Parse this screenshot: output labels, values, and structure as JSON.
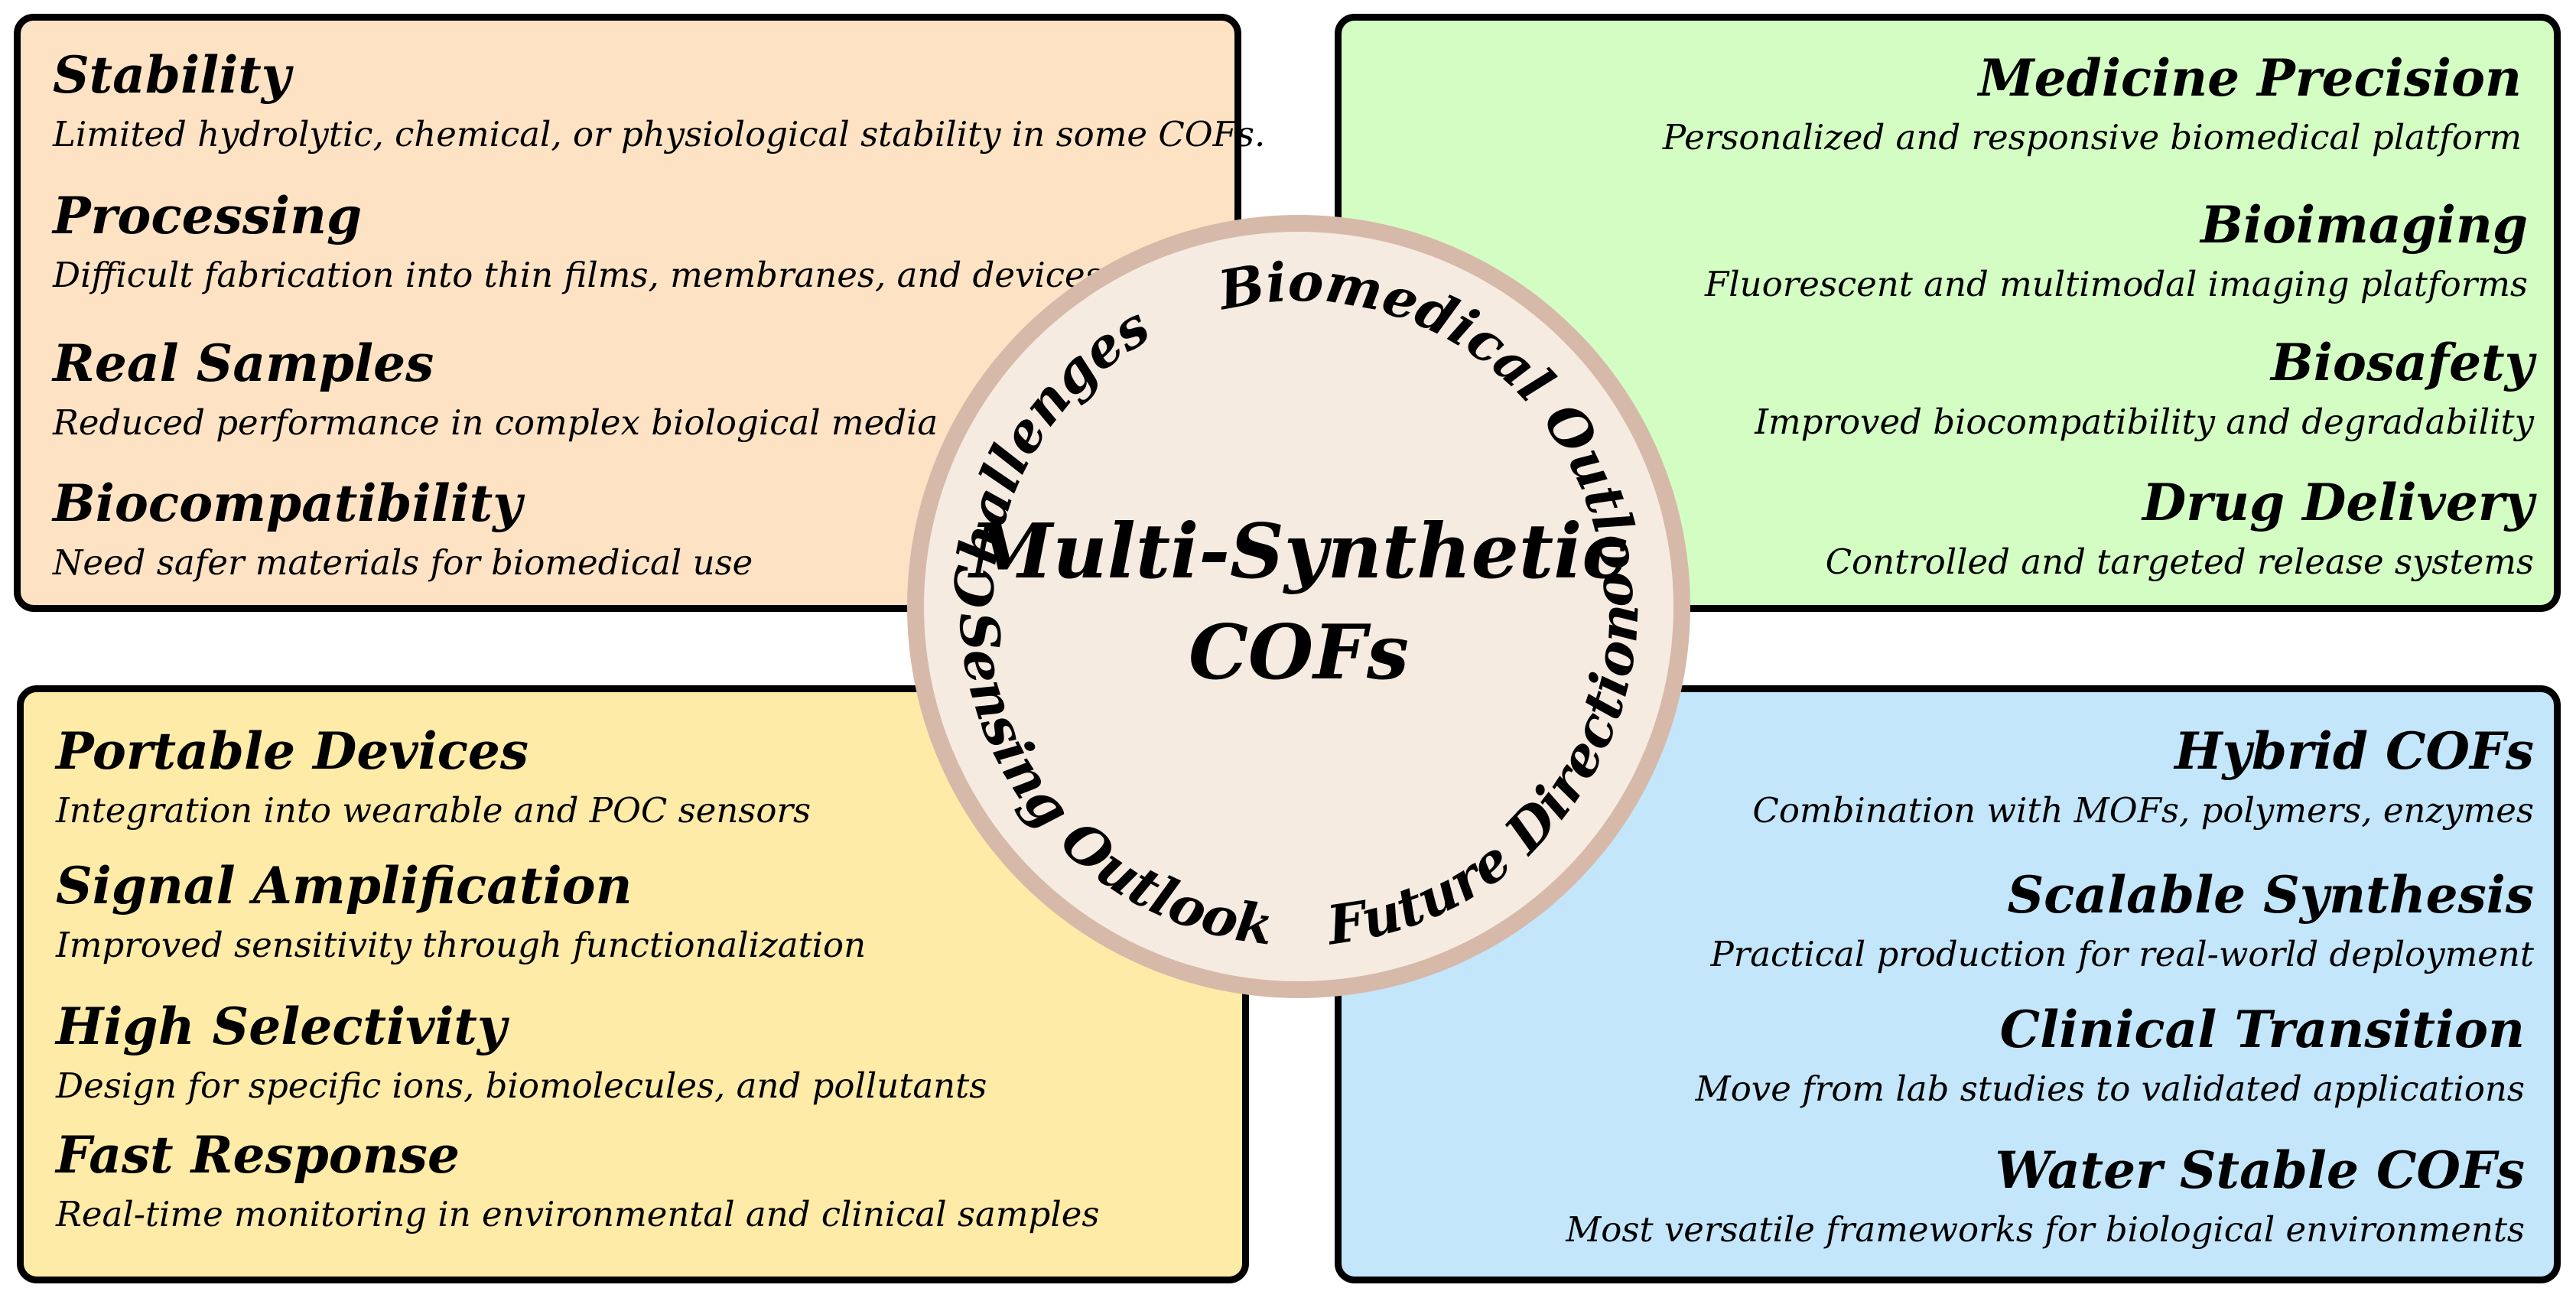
{
  "center": {
    "title_line1": "Multi-Synthetic",
    "title_line2": "COFs",
    "ring_labels": {
      "challenges": "Challenges",
      "biomedical_outlook": "Biomedical Outlook",
      "future_directions": "Future Directions",
      "sensing_outlook": "Sensing Outlook"
    }
  },
  "challenges": [
    {
      "title": "Stability",
      "desc": "Limited hydrolytic, chemical, or physiological stability in some COFs."
    },
    {
      "title": "Processing",
      "desc": "Difficult fabrication into thin films, membranes, and devices"
    },
    {
      "title": "Real Samples",
      "desc": "Reduced performance in complex biological media"
    },
    {
      "title": "Biocompatibility",
      "desc": "Need safer materials for biomedical use"
    }
  ],
  "biomedical": [
    {
      "title": "Medicine Precision",
      "desc": "Personalized and responsive biomedical platform"
    },
    {
      "title": "Bioimaging",
      "desc": "Fluorescent and multimodal imaging platforms"
    },
    {
      "title": "Biosafety",
      "desc": "Improved biocompatibility and degradability"
    },
    {
      "title": "Drug Delivery",
      "desc": "Controlled and targeted release systems"
    }
  ],
  "sensing": [
    {
      "title": "Portable Devices",
      "desc": "Integration into wearable and POC sensors"
    },
    {
      "title": "Signal Amplification",
      "desc": "Improved sensitivity through functionalization"
    },
    {
      "title": "High Selectivity",
      "desc": "Design for specific ions, biomolecules, and pollutants"
    },
    {
      "title": "Fast Response",
      "desc": "Real-time monitoring in environmental and clinical samples"
    }
  ],
  "future": [
    {
      "title": "Hybrid COFs",
      "desc": "Combination with MOFs, polymers, enzymes"
    },
    {
      "title": "Scalable Synthesis",
      "desc": "Practical production for real-world deployment"
    },
    {
      "title": "Clinical Transition",
      "desc": "Move from lab studies to validated applications"
    },
    {
      "title": "Water Stable COFs",
      "desc": "Most versatile frameworks for biological environments"
    }
  ],
  "colors": {
    "challenges_bg": "#fde3c4",
    "biomedical_bg": "#d4fdc4",
    "sensing_bg": "#fdeba7",
    "future_bg": "#c4e6fb",
    "ring": "#d6b9a9",
    "hub_fill": "#f6ebe0"
  }
}
